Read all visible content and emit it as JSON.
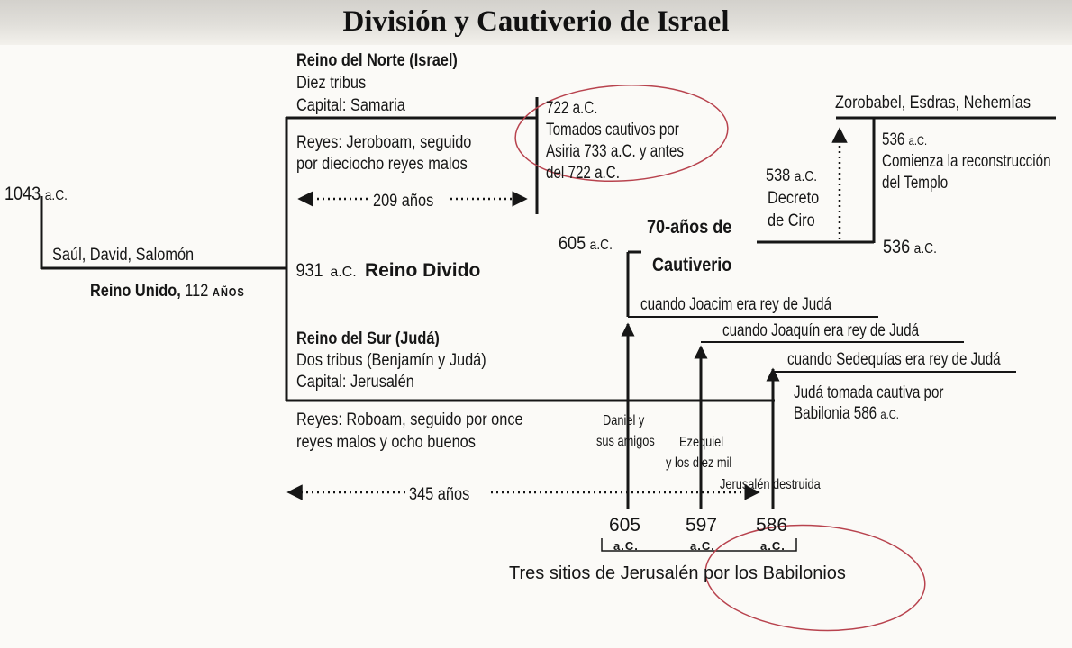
{
  "title": "División y Cautiverio de Israel",
  "united": {
    "year": "1043",
    "era": "a.C.",
    "kings": "Saúl, David, Salomón",
    "label_bold": "Reino Unido,",
    "label_years": "112",
    "label_unit": "AÑOS"
  },
  "division": {
    "year": "931",
    "era": "a.C.",
    "label": "Reino Divido"
  },
  "north": {
    "heading": "Reino del Norte (Israel)",
    "line1": "Diez tribus",
    "line2": "Capital: Samaria",
    "kings_line1": "Reyes: Jeroboam, seguido",
    "kings_line2": "por dieciocho reyes malos",
    "span": "209 años",
    "captivity_year": "722 a.C.",
    "captivity_line1": "Tomados cautivos por",
    "captivity_line2": "Asiria 733 a.C. y antes",
    "captivity_line3": "del 722 a.C."
  },
  "south": {
    "heading": "Reino del Sur (Judá)",
    "line1": "Dos tribus (Benjamín y Judá)",
    "line2": "Capital: Jerusalén",
    "kings_line1": "Reyes: Roboam, seguido por once",
    "kings_line2": "reyes malos y ocho buenos",
    "span": "345 años"
  },
  "captivity": {
    "start_year": "605",
    "start_era": "a.C.",
    "label_line1": "70-años de",
    "label_line2": "Cautiverio",
    "joacim": "cuando Joacim era rey de Judá",
    "joaquin": "cuando Joaquín era rey de Judá",
    "sedequias": "cuando Sedequías era rey de Judá",
    "taken_line1": "Judá tomada cautiva por",
    "taken_line2_text": "Babilonia",
    "taken_line2_year": "586",
    "taken_line2_era": "a.C.",
    "daniel_line1": "Daniel y",
    "daniel_line2": "sus amigos",
    "ezequiel_line1": "Ezequiel",
    "ezequiel_line2": "y los diez mil",
    "destroyed": "Jerusalén destruida"
  },
  "return": {
    "leaders": "Zorobabel, Esdras, Nehemías",
    "start_year": "536",
    "start_era": "a.C.",
    "start_line1": "Comienza la reconstrucción",
    "start_line2": "del Templo",
    "decree_year": "538",
    "decree_era": "a.C.",
    "decree_line1": "Decreto",
    "decree_line2": "de Ciro",
    "end_year": "536",
    "end_era": "a.C."
  },
  "sieges": {
    "years": [
      {
        "year": "605",
        "era": "a.C."
      },
      {
        "year": "597",
        "era": "a.C."
      },
      {
        "year": "586",
        "era": "a.C."
      }
    ],
    "caption": "Tres sitios de Jerusalén por los Babilonios"
  },
  "colors": {
    "ink": "#161616",
    "title_band": "#d3d1cc",
    "highlight_circle": "#b8434e",
    "paper": "#fbfaf7"
  }
}
